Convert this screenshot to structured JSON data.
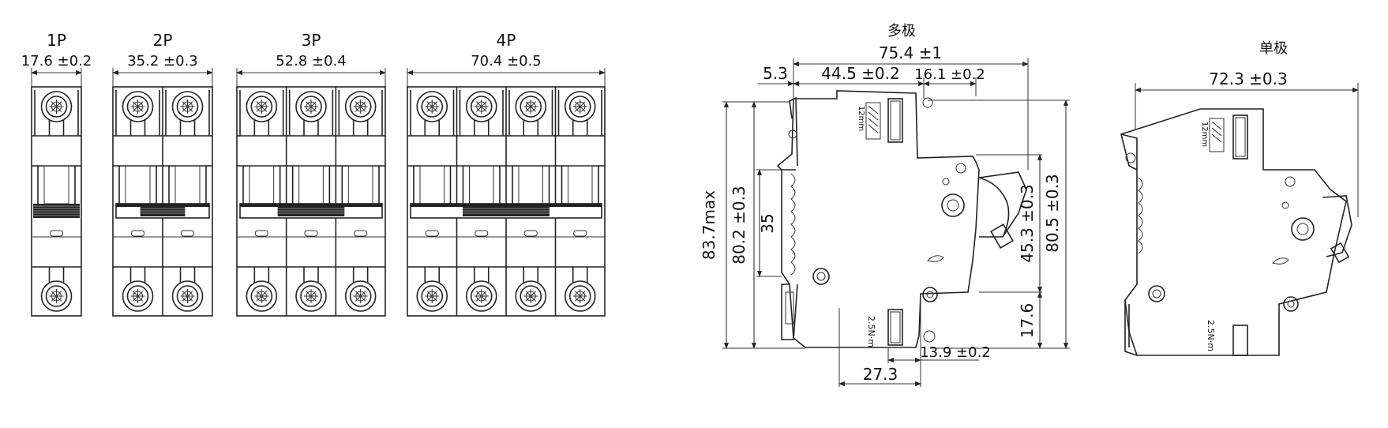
{
  "modules": [
    {
      "id": "1p",
      "pole_label": "1P",
      "width_label": "17.6 ±0.2",
      "poles": 1
    },
    {
      "id": "2p",
      "pole_label": "2P",
      "width_label": "35.2 ±0.3",
      "poles": 2
    },
    {
      "id": "3p",
      "pole_label": "3P",
      "width_label": "52.8 ±0.4",
      "poles": 3
    },
    {
      "id": "4p",
      "pole_label": "4P",
      "width_label": "70.4 ±0.5",
      "poles": 4
    }
  ],
  "side_views": {
    "multi_pole": {
      "title": "多极",
      "overall_width": "75.4 ±1",
      "dim_left": "5.3",
      "dim_mid": "44.5 ±0.2",
      "dim_right": "16.1 ±0.2",
      "height_max": "83.7max",
      "height_body": "80.2 ±0.3",
      "height_rail": "35",
      "height_right": "80.5 ±0.3",
      "height_handle": "45.3 ±0.3",
      "height_bottom": "17.6",
      "bottom_offset": "13.9 ±0.2",
      "bottom_depth": "27.3",
      "strip_mark": "12mm",
      "torque_mark": "2.5N·m"
    },
    "single_pole": {
      "title": "单极",
      "overall_width": "72.3 ±0.3",
      "strip_mark": "12mm",
      "torque_mark": "2.5N·m"
    }
  }
}
